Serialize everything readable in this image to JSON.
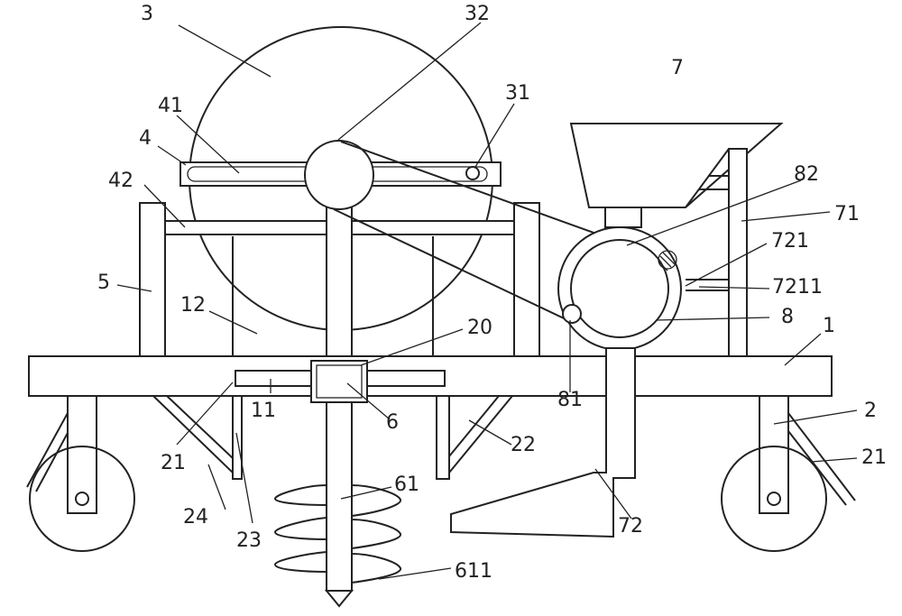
{
  "figure": {
    "labels": {
      "l1": "1",
      "l2": "2",
      "l3": "3",
      "l4": "4",
      "l5": "5",
      "l6": "6",
      "l7": "7",
      "l8": "8",
      "l11": "11",
      "l12": "12",
      "l20": "20",
      "l21a": "21",
      "l21b": "21",
      "l22": "22",
      "l23": "23",
      "l24": "24",
      "l31": "31",
      "l32": "32",
      "l41": "41",
      "l42": "42",
      "l61": "61",
      "l71": "71",
      "l72": "72",
      "l81": "81",
      "l82": "82",
      "l611": "611",
      "l721": "721",
      "l7211": "7211"
    }
  }
}
